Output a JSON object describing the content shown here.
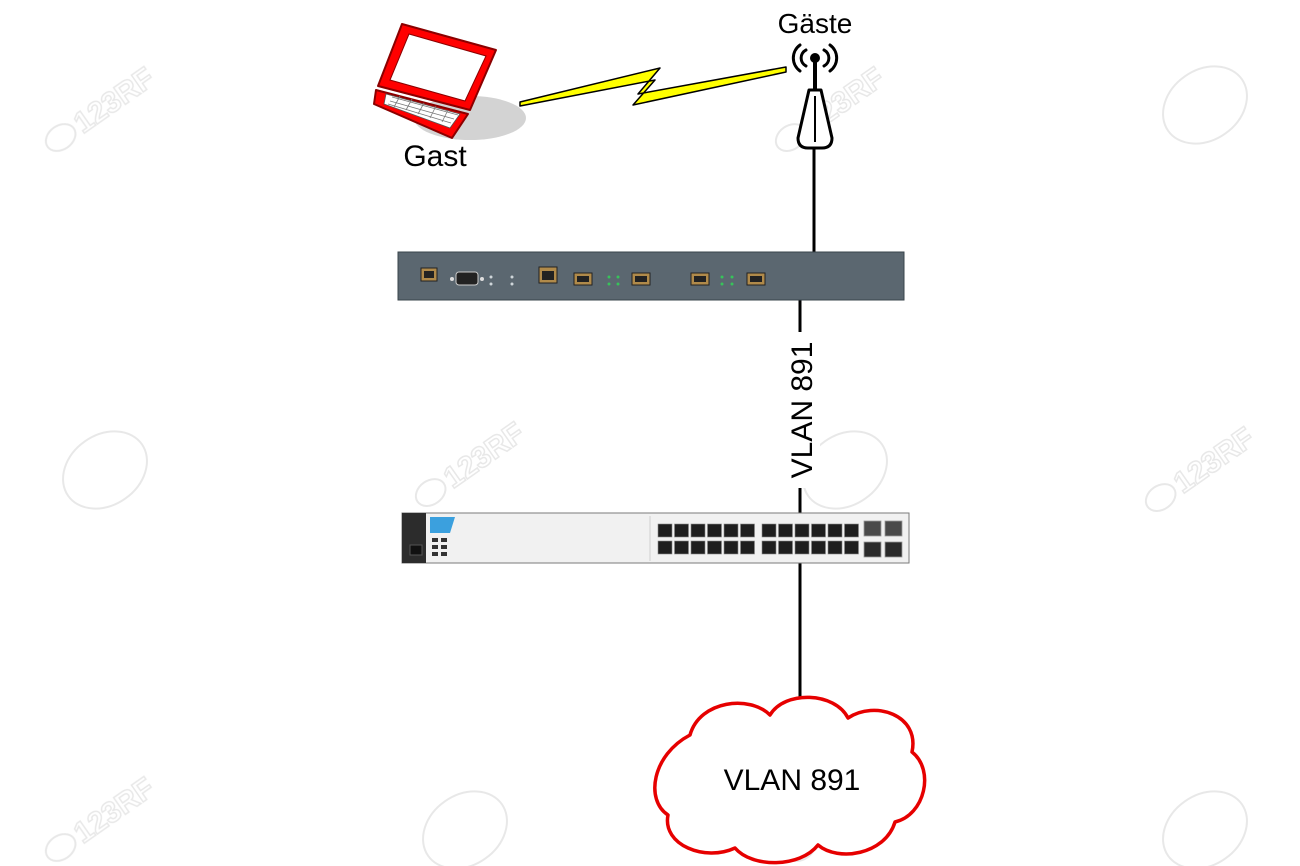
{
  "nodes": {
    "laptop": {
      "label": "Gast",
      "color": "#ff0000"
    },
    "access_point": {
      "label": "Gäste"
    },
    "router": {
      "color": "#5b6770"
    },
    "switch": {
      "accent": "#3ba0de"
    },
    "cloud": {
      "label": "VLAN 891",
      "color": "#e60000"
    }
  },
  "links": {
    "wireless": {
      "color": "#ffff00"
    },
    "trunk": {
      "label": "VLAN 891"
    }
  },
  "watermark": {
    "text": "123RF"
  }
}
